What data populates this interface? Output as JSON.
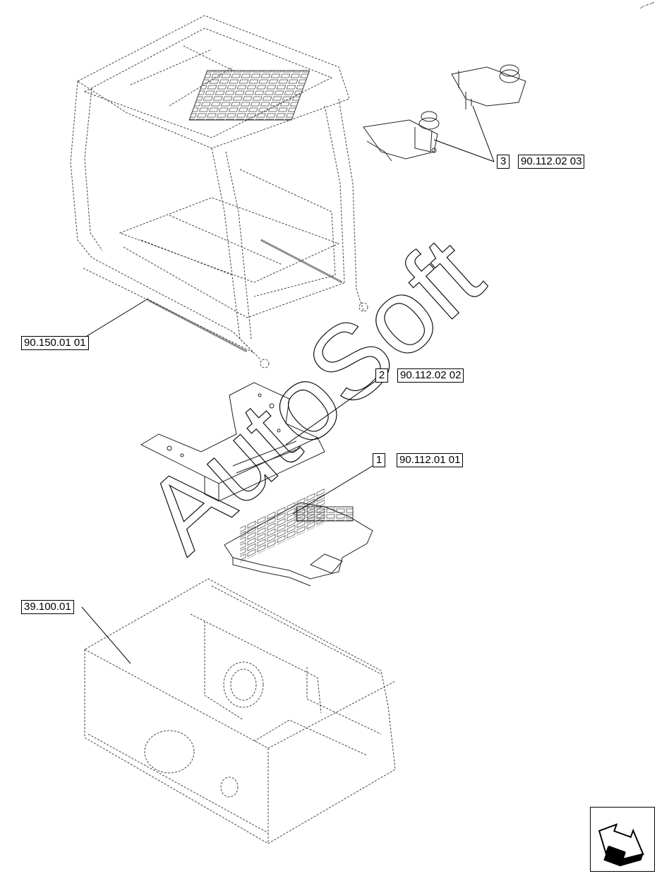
{
  "callouts": {
    "item3_number": "3",
    "item3_ref": "90.112.02 03",
    "cab_ref": "90.150.01 01",
    "item2_number": "2",
    "item2_ref": "90.112.02 02",
    "item1_number": "1",
    "item1_ref": "90.112.01 01",
    "frame_ref": "39.100.01"
  },
  "watermark": "AutoSoft",
  "colors": {
    "line": "#000000",
    "dashed": "#555555",
    "background": "#ffffff"
  },
  "icons": {
    "navigation": "next-page-arrow-icon"
  }
}
